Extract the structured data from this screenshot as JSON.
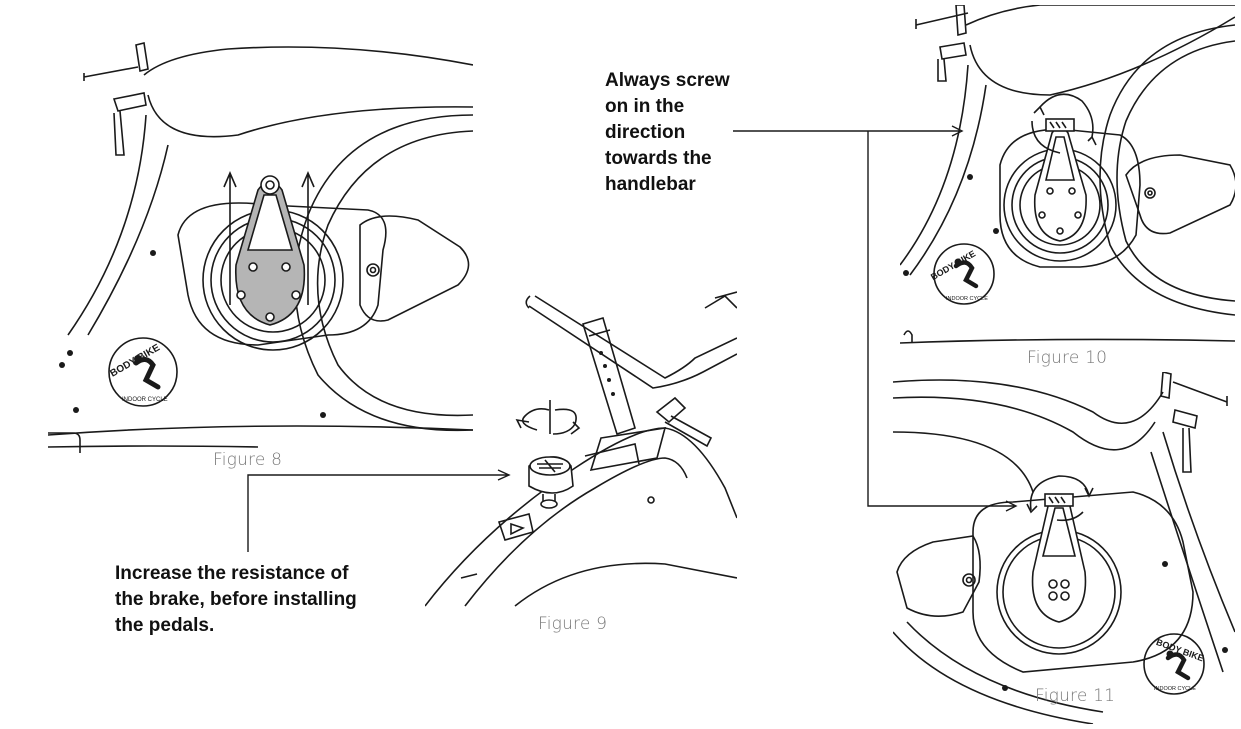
{
  "figures": {
    "fig8": {
      "caption": "Figure 8",
      "logo_top": "BODY BIKE",
      "logo_bottom": "INDOOR CYCLE"
    },
    "fig9": {
      "caption": "Figure 9"
    },
    "fig10": {
      "caption": "Figure 10",
      "logo_top": "BODY BIKE",
      "logo_bottom": "INDOOR CYCLE"
    },
    "fig11": {
      "caption": "Figure 11",
      "logo_top": "BODY BIKE",
      "logo_bottom": "INDOOR CYCLE"
    }
  },
  "notes": {
    "screw_direction": [
      "Always screw",
      "on in the",
      "direction",
      "towards the",
      "handlebar"
    ],
    "resistance": [
      "Increase the resistance of",
      "the brake, before installing",
      "the pedals."
    ]
  },
  "colors": {
    "line": "#1a1a1a",
    "crank_fill": "#b5b5b5",
    "caption": "#777777"
  }
}
